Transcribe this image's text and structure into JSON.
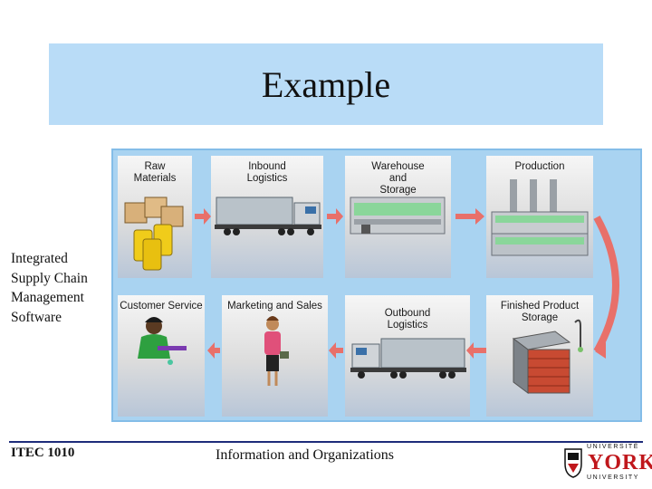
{
  "slide": {
    "title": "Example",
    "side_label": "Integrated\nSupply Chain\nManagement\nSoftware",
    "footer_left": "ITEC 1010",
    "footer_center": "Information and Organizations"
  },
  "diagram": {
    "stages": [
      {
        "id": "raw-materials",
        "label": "Raw\nMaterials"
      },
      {
        "id": "inbound-logistics",
        "label": "Inbound\nLogistics"
      },
      {
        "id": "warehouse-storage",
        "label": "Warehouse\nand\nStorage"
      },
      {
        "id": "production",
        "label": "Production"
      },
      {
        "id": "finished-product-storage",
        "label": "Finished Product\nStorage"
      },
      {
        "id": "outbound-logistics",
        "label": "Outbound\nLogistics"
      },
      {
        "id": "marketing-sales",
        "label": "Marketing and Sales"
      },
      {
        "id": "customer-service",
        "label": "Customer Service"
      }
    ],
    "arrow_color": "#e8706a"
  },
  "logo": {
    "top_text": "UNIVERSITÉ",
    "main_text": "YORK",
    "bottom_text": "UNIVERSITY",
    "brand_color": "#c0171c"
  }
}
